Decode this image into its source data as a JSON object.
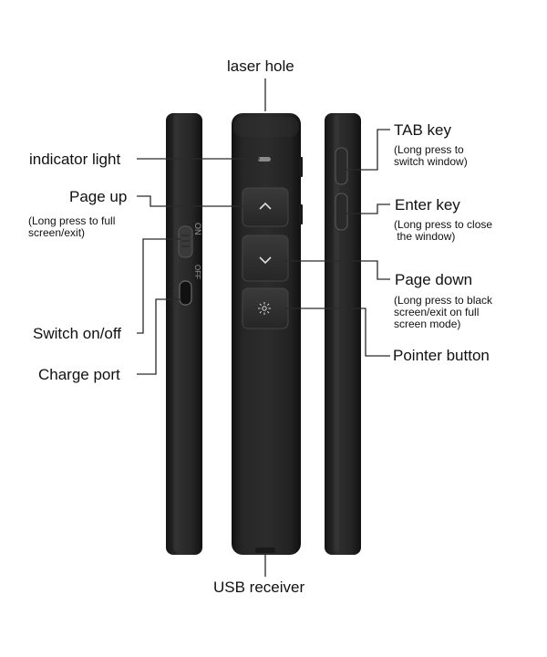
{
  "colors": {
    "body_dark": "#1c1c1c",
    "body_mid": "#2e2e2e",
    "button_face": "#2b2b2b",
    "leader_line": "#2a2a2a",
    "background": "#ffffff"
  },
  "device": {
    "left_side_texts": {
      "on": "ON",
      "off": "OFF"
    },
    "icons": [
      "chevron-up-icon",
      "chevron-down-icon",
      "laser-pointer-icon"
    ]
  },
  "callouts": {
    "laser_hole": "laser hole",
    "indicator_light": "indicator light",
    "page_up": "Page up",
    "page_up_note": "(Long press to full\nscreen/exit)",
    "switch": "Switch on/off",
    "charge_port": "Charge port",
    "tab_key": "TAB key",
    "tab_key_note": "(Long press to\nswitch window)",
    "enter_key": "Enter key",
    "enter_key_note": "(Long press to close\n the window)",
    "page_down": "Page down",
    "page_down_note": "(Long press to black\nscreen/exit on full\nscreen mode)",
    "pointer_button": "Pointer button",
    "usb_receiver": "USB receiver"
  }
}
